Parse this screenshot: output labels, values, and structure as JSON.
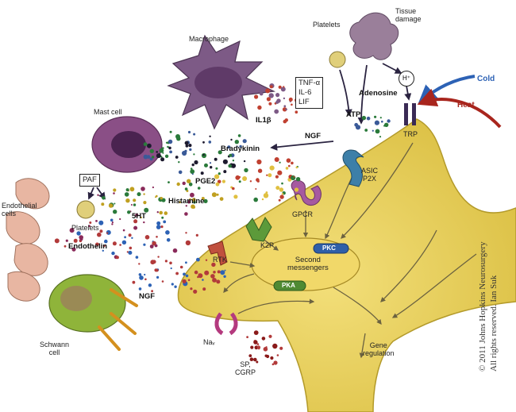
{
  "cells": {
    "macrophage": "Macrophage",
    "mast_cell": "Mast cell",
    "platelets_top": "Platelets",
    "tissue_damage": "Tissue\ndamage",
    "endothelial": "Endothelial\ncells",
    "platelets_left": "Platelets",
    "schwann": "Schwann\ncell"
  },
  "mediators": {
    "cytokines": [
      "TNF-α",
      "IL-6",
      "LIF"
    ],
    "paf": "PAF",
    "il1b": "IL1β",
    "ngf_top": "NGF",
    "bradykinin": "Bradykinin",
    "pge2": "PGE2",
    "histamine": "Histamine",
    "five_ht": "5HT",
    "endothelin": "Endothelin",
    "ngf_bottom": "NGF",
    "atp": "ATP",
    "adenosine": "Adenosine",
    "h_plus": "H⁺",
    "cold": "Cold",
    "heat": "Heat",
    "sp_cgrp": "SP,\nCGRP"
  },
  "receptors": {
    "trp": "TRP",
    "asic_p2x": "ASIC\nP2X",
    "gpcr": "GPCR",
    "rtk": "RTK",
    "k2p": "K2P",
    "nav": "Naᵥ"
  },
  "intracellular": {
    "second_messengers": "Second\nmessengers",
    "pkc": "PKC",
    "pka": "PKA",
    "gene_regulation": "Gene\nregulation"
  },
  "copyright": "© 2011 Johns Hopkins Neurosurgery\nAll rights reserved. Ian Suk",
  "colors": {
    "neuron": "#e6cd55",
    "neuron_edge": "#b39a2a",
    "macrophage": "#7d5a86",
    "mast_cell": "#8a4f86",
    "endothelial": "#e8b6a2",
    "schwann": "#8fb43a",
    "cold_arrow": "#2d62b5",
    "heat_arrow": "#a8251d",
    "gpcr": "#a65aa0",
    "rtk": "#c0503e",
    "k2p": "#5c9a3a",
    "asic": "#3d7fa8",
    "trp": "#3a2a55"
  }
}
